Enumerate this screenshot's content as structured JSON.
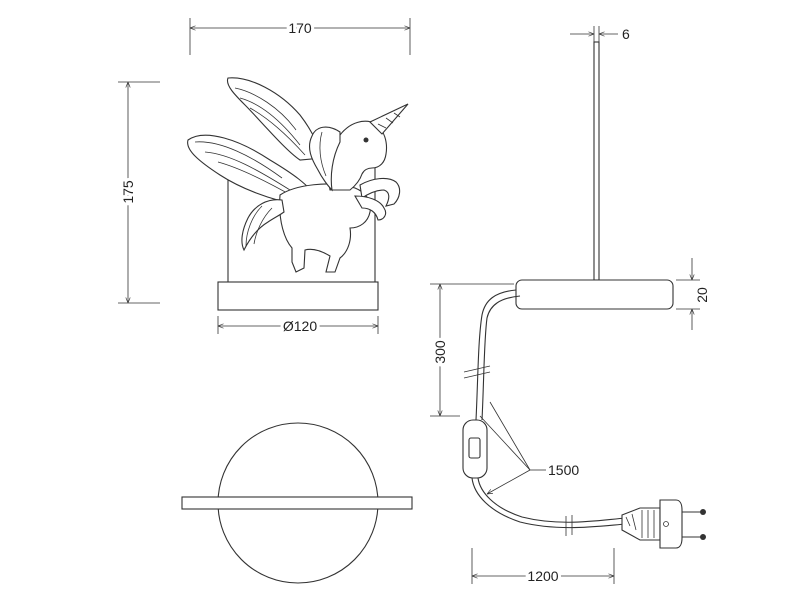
{
  "dimensions": {
    "width_front": "170",
    "height_front": "175",
    "base_diameter": "Ø120",
    "stem_width": "6",
    "base_height": "20",
    "switch_distance": "300",
    "switch_cable": "1500",
    "plug_cable": "1200"
  }
}
